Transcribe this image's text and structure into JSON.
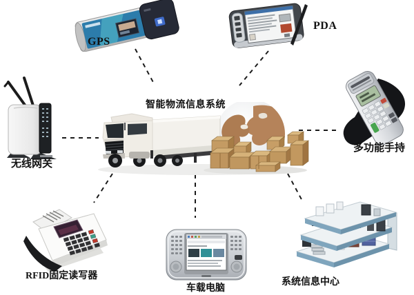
{
  "diagram": {
    "title": "智能物流信息系统",
    "background": "#ffffff",
    "connector_style": {
      "color": "#1a1a1a",
      "dashed": true
    },
    "nodes": [
      {
        "id": "gps",
        "label": "GPS",
        "icon": "gps-pcmcia-card",
        "position": "top-left"
      },
      {
        "id": "pda",
        "label": "PDA",
        "icon": "pda-with-stylus",
        "position": "top-right"
      },
      {
        "id": "wireless-gateway",
        "label": "无线网关",
        "icon": "wireless-router",
        "position": "left"
      },
      {
        "id": "multifunction-handheld",
        "label": "多功能手持",
        "icon": "handheld-pos-terminal",
        "position": "right"
      },
      {
        "id": "rfid-fixed-reader",
        "label": "RFID固定读写器",
        "icon": "rfid-desktop-reader",
        "position": "bottom-left"
      },
      {
        "id": "vehicle-computer",
        "label": "车载电脑",
        "icon": "in-vehicle-computer",
        "position": "bottom-center"
      },
      {
        "id": "system-info-center",
        "label": "系统信息中心",
        "icon": "building-cutaway",
        "position": "bottom-right"
      }
    ],
    "connections": [
      {
        "from": "center",
        "to": "gps"
      },
      {
        "from": "center",
        "to": "pda"
      },
      {
        "from": "center",
        "to": "wireless-gateway"
      },
      {
        "from": "center",
        "to": "multifunction-handheld"
      },
      {
        "from": "center",
        "to": "rfid-fixed-reader"
      },
      {
        "from": "center",
        "to": "vehicle-computer"
      },
      {
        "from": "center",
        "to": "system-info-center"
      }
    ],
    "colors": {
      "connector": "#1a1a1a",
      "cardboard": "#c49b63",
      "cardboard_dark": "#a77c46",
      "globe_land": "#b5835a",
      "truck_body": "#f0ede6",
      "building_edge": "#7fa5bd"
    }
  }
}
